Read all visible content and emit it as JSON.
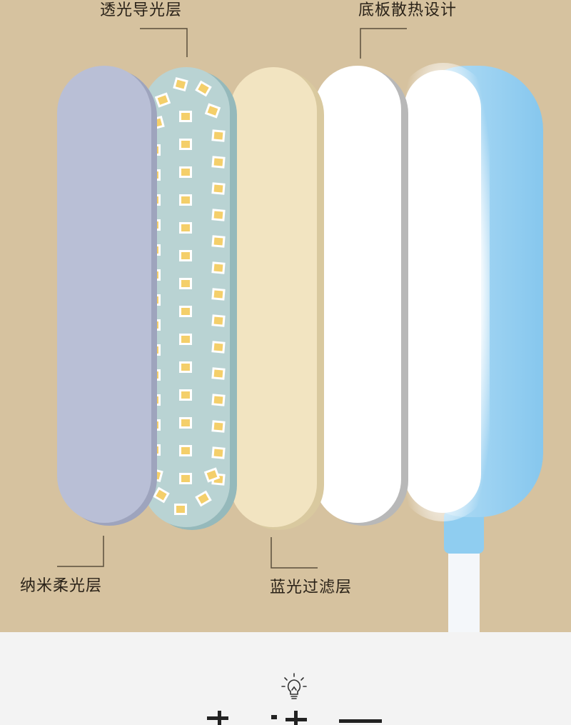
{
  "callouts": {
    "light_guide": "透光导光层",
    "heat_dissipation": "底板散热设计",
    "nano_soft": "纳米柔光层",
    "blue_filter": "蓝光过滤层"
  },
  "icons": {
    "section_icon": "lightbulb-icon"
  },
  "colors": {
    "background_tan": "#d6c29f",
    "lamp_blue": "#8fcdf0",
    "soft_layer": "#b9bfd6",
    "led_board": "#b9d3d3",
    "filter_layer": "#f2e4c1",
    "led_chip": "#f4cf6a"
  }
}
